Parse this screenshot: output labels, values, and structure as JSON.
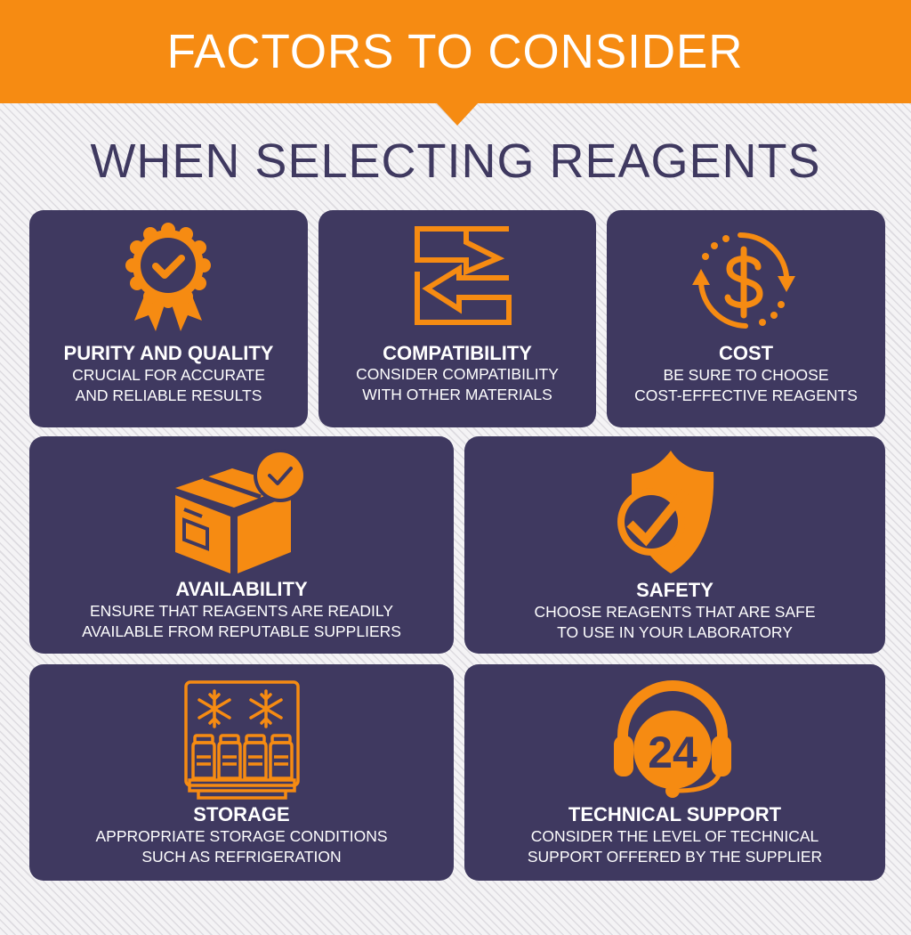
{
  "header": {
    "title": "FACTORS TO CONSIDER",
    "subtitle": "WHEN SELECTING REAGENTS"
  },
  "colors": {
    "accent": "#f68b12",
    "card_bg": "#3f3960",
    "text_light": "#ffffff",
    "background": "#f2f1f3"
  },
  "factors": [
    {
      "icon": "award-ribbon-check-icon",
      "title": "PURITY AND QUALITY",
      "desc": [
        "CRUCIAL FOR ACCURATE",
        "AND RELIABLE RESULTS"
      ]
    },
    {
      "icon": "exchange-arrows-icon",
      "title": "COMPATIBILITY",
      "desc": [
        "CONSIDER COMPATIBILITY",
        "WITH OTHER MATERIALS"
      ]
    },
    {
      "icon": "dollar-cycle-icon",
      "title": "COST",
      "desc": [
        "BE SURE TO CHOOSE",
        "COST-EFFECTIVE REAGENTS"
      ]
    },
    {
      "icon": "box-check-icon",
      "title": "AVAILABILITY",
      "desc": [
        "ENSURE THAT REAGENTS ARE READILY",
        "AVAILABLE FROM REPUTABLE SUPPLIERS"
      ]
    },
    {
      "icon": "shield-check-icon",
      "title": "SAFETY",
      "desc": [
        "CHOOSE REAGENTS THAT ARE SAFE",
        "TO USE IN YOUR LABORATORY"
      ]
    },
    {
      "icon": "refrigerated-storage-icon",
      "title": "STORAGE",
      "desc": [
        "APPROPRIATE STORAGE CONDITIONS",
        "SUCH AS REFRIGERATION"
      ]
    },
    {
      "icon": "headset-24-icon",
      "title": "TECHNICAL SUPPORT",
      "desc": [
        "CONSIDER THE LEVEL OF TECHNICAL",
        "SUPPORT OFFERED BY THE SUPPLIER"
      ]
    }
  ],
  "icon_text": {
    "support_hours": "24"
  }
}
